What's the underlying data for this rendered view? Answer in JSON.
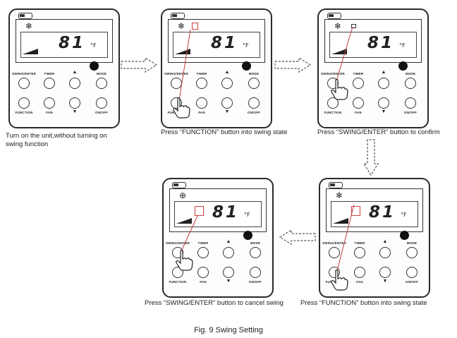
{
  "figure_title": "Fig. 9 Swing Setting",
  "remote": {
    "mode_symbol": "❄",
    "temperature": "81",
    "unit": "°F",
    "buttons": {
      "swing_enter": "SWING/ENTER",
      "timer": "TIMER",
      "up": "▲",
      "mode": "MODE",
      "function": "FUNCTION",
      "fan": "FAN",
      "down": "▼",
      "on_off": "ON/OFF"
    }
  },
  "steps": [
    {
      "caption": "Turn on the unit,without turning on swing function",
      "mode_symbol": "❄"
    },
    {
      "caption": "Press “FUNCTION” button into swing state",
      "mode_symbol": "❄"
    },
    {
      "caption": "Press “SWING/ENTER” button to confirm",
      "mode_symbol": "❄"
    },
    {
      "caption": "Press “FUNCTION” button into swing state",
      "mode_symbol": "❄"
    },
    {
      "caption": "Press “SWING/ENTER” button to cancel swing",
      "mode_symbol": "⊕"
    }
  ]
}
